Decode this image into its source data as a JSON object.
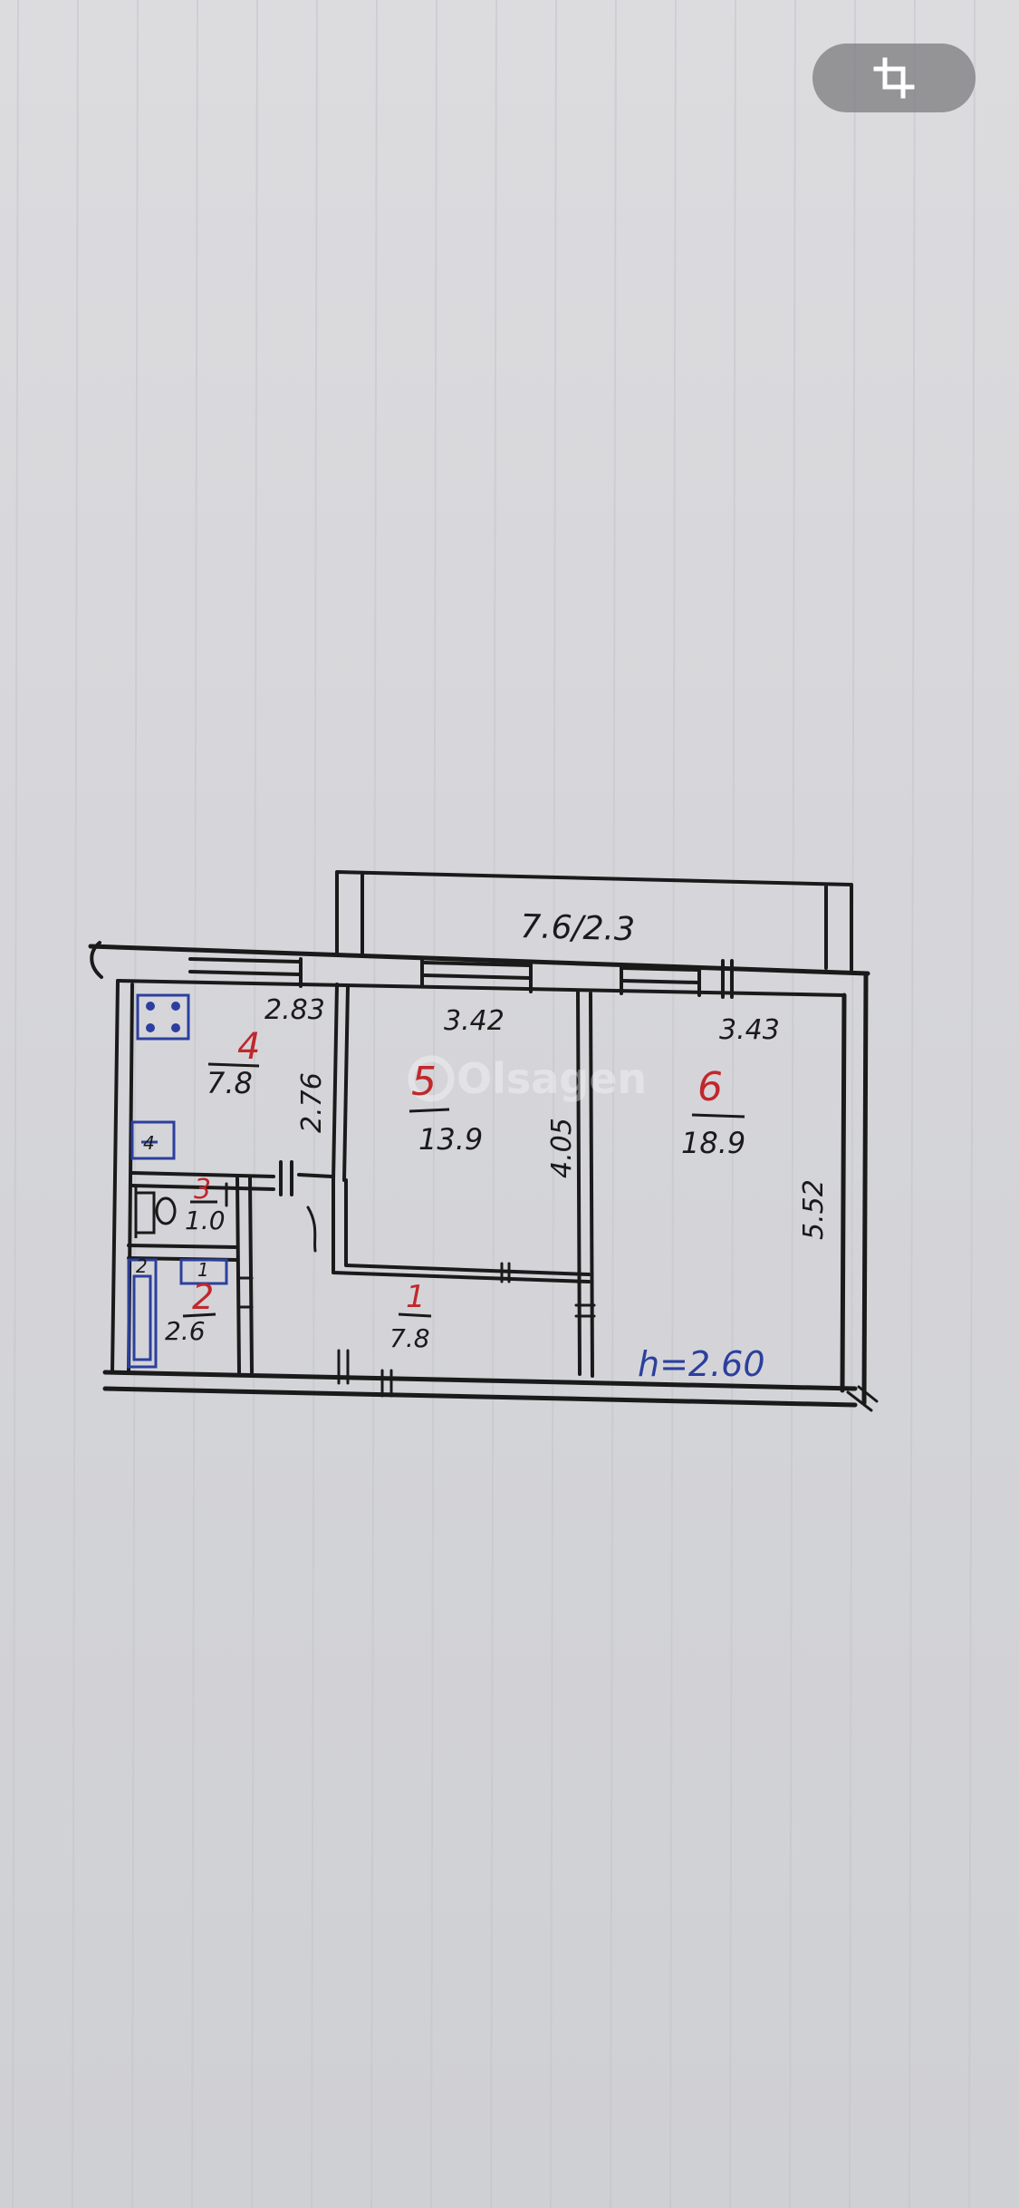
{
  "toolbar": {
    "crop_icon": "crop-icon"
  },
  "watermark": {
    "text": "Olsagen"
  },
  "balcony": {
    "label": "7.6/2.3"
  },
  "rooms": [
    {
      "number": "1",
      "area": "7.8"
    },
    {
      "number": "2",
      "area": "2.6"
    },
    {
      "number": "3",
      "area": "1.0"
    },
    {
      "number": "4",
      "area": "7.8"
    },
    {
      "number": "5",
      "area": "13.9"
    },
    {
      "number": "6",
      "area": "18.9"
    }
  ],
  "dimensions": {
    "kitchen_width": "2.83",
    "kitchen_depth": "2.76",
    "room5_width": "3.42",
    "room5_depth": "4.05",
    "room6_width": "3.43",
    "room6_depth": "5.52"
  },
  "ceiling": {
    "label": "h=2.60"
  },
  "fixtures": {
    "bath_mark": "2",
    "small_mark_a": "4",
    "small_mark_b": "1"
  },
  "colors": {
    "ink": "#1a1a1a",
    "red": "#c0282c",
    "blue": "#2c3f9e"
  }
}
